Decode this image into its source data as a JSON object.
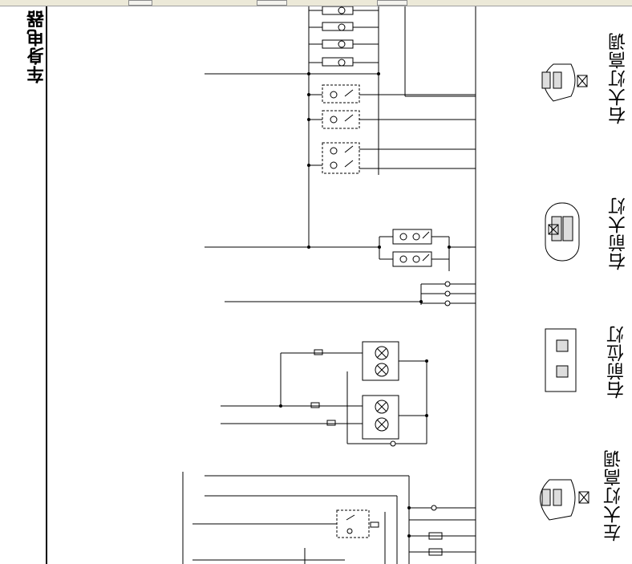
{
  "section_title": "车身电器",
  "connectors": {
    "right_headlight_leveling": "右大灯高调",
    "right_front_headlight": "右前大灯",
    "right_front_position_lamp": "右前位灯",
    "left_headlight_leveling": "左大灯高调"
  },
  "colors": {
    "line": "#000000",
    "background": "#ffffff",
    "toolbar": "#ece9d8"
  }
}
